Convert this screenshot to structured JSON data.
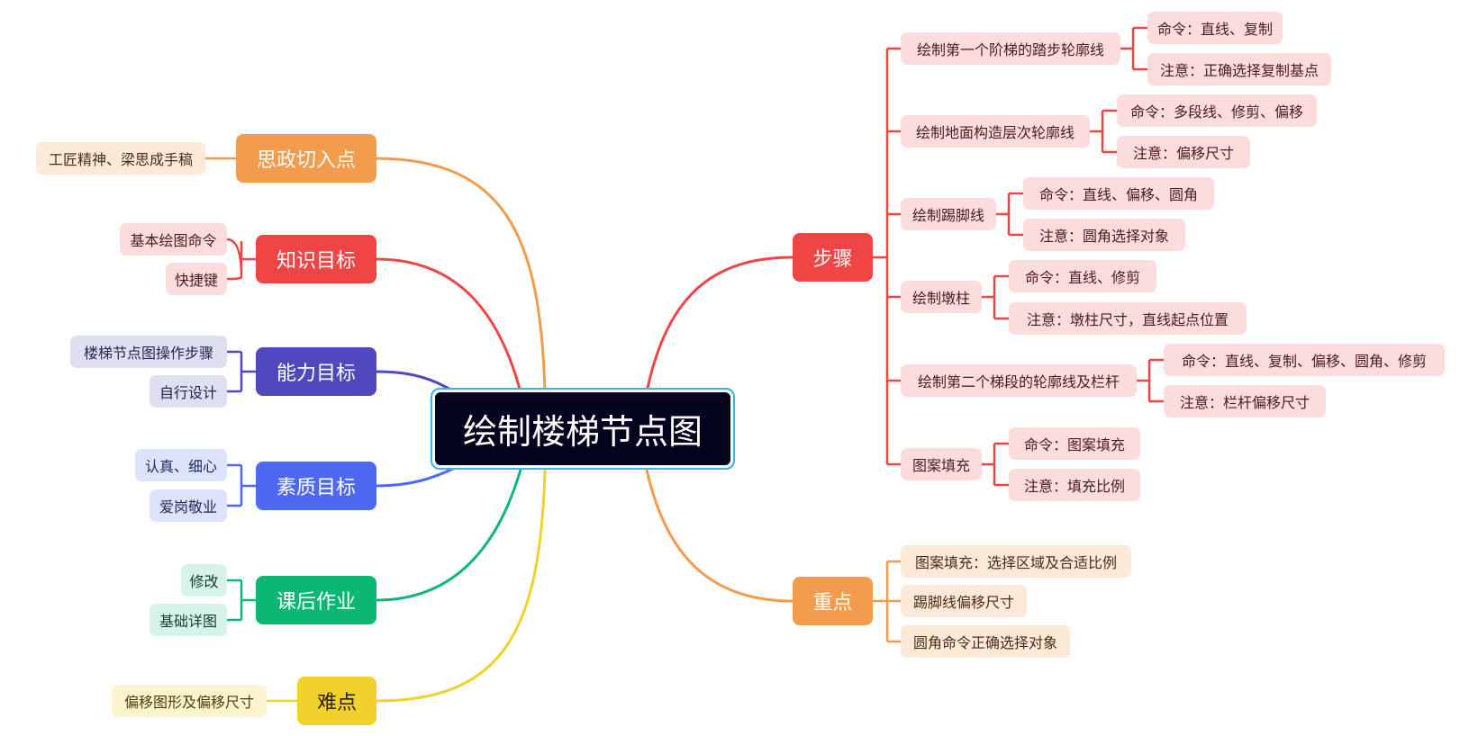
{
  "colors": {
    "root_bg": "#04041f",
    "root_border": "#38b4ea",
    "orange": "#f39c4d",
    "red": "#f04545",
    "purple": "#5048bf",
    "blue": "#4e69f1",
    "green": "#0ab874",
    "yellow": "#f1d22c"
  },
  "root": {
    "title": "绘制楼梯节点图"
  },
  "left": {
    "sizheng": {
      "title": "思政切入点",
      "items": [
        "工匠精神、梁思成手稿"
      ]
    },
    "knowledge": {
      "title": "知识目标",
      "items": [
        "基本绘图命令",
        "快捷键"
      ]
    },
    "ability": {
      "title": "能力目标",
      "items": [
        "楼梯节点图操作步骤",
        "自行设计"
      ]
    },
    "quality": {
      "title": "素质目标",
      "items": [
        "认真、细心",
        "爱岗敬业"
      ]
    },
    "homework": {
      "title": "课后作业",
      "items": [
        "修改",
        "基础详图"
      ]
    },
    "difficulty": {
      "title": "难点",
      "items": [
        "偏移图形及偏移尺寸"
      ]
    }
  },
  "right": {
    "steps": {
      "title": "步骤",
      "items": [
        {
          "label": "绘制第一个阶梯的踏步轮廓线",
          "command": "命令：直线、复制",
          "note": "注意：正确选择复制基点"
        },
        {
          "label": "绘制地面构造层次轮廓线",
          "command": "命令：多段线、修剪、偏移",
          "note": "注意：偏移尺寸"
        },
        {
          "label": "绘制踢脚线",
          "command": "命令：直线、偏移、圆角",
          "note": "注意：圆角选择对象"
        },
        {
          "label": "绘制墩柱",
          "command": "命令：直线、修剪",
          "note": "注意：墩柱尺寸，直线起点位置"
        },
        {
          "label": "绘制第二个梯段的轮廓线及栏杆",
          "command": "命令：直线、复制、偏移、圆角、修剪",
          "note": "注意：栏杆偏移尺寸"
        },
        {
          "label": "图案填充",
          "command": "命令：图案填充",
          "note": "注意：填充比例"
        }
      ]
    },
    "keypoints": {
      "title": "重点",
      "items": [
        "图案填充：选择区域及合适比例",
        "踢脚线偏移尺寸",
        "圆角命令正确选择对象"
      ]
    }
  }
}
